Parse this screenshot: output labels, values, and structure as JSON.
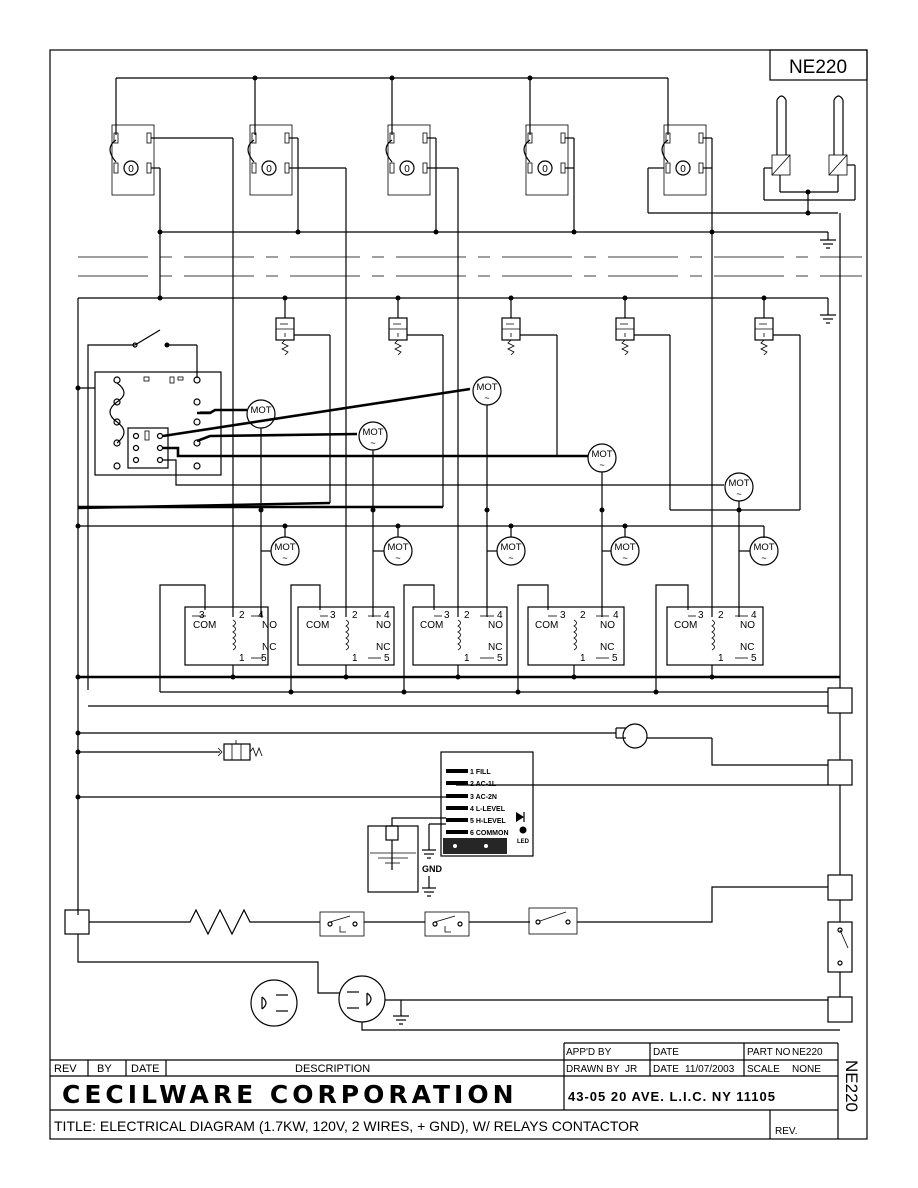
{
  "drawing": {
    "corner_part_no": "NE220",
    "side_part_no": "NE220"
  },
  "motor_label": "MOT",
  "motor_symbol": "~",
  "relay_labels": {
    "com": "COM",
    "no": "NO",
    "nc": "NC",
    "pin3": "3",
    "pin2": "2",
    "pin4": "4",
    "pin1": "1",
    "pin5": "5"
  },
  "level_control": {
    "terminals": [
      "1 FILL",
      "2 AC-1L",
      "3 AC-2N",
      "4 L-LEVEL",
      "5 H-LEVEL",
      "6 COMMON"
    ],
    "led_label": "LED",
    "gnd_label": "GND"
  },
  "title_block": {
    "appd_by_label": "APP'D BY",
    "date_label": "DATE",
    "part_no_label": "PART NO",
    "part_no_value": "NE220",
    "rev_label": "REV",
    "by_label": "BY",
    "date_col_label": "DATE",
    "description_label": "DESCRIPTION",
    "drawn_by_label": "DRAWN BY",
    "drawn_by_value": "JR",
    "date_value_label": "DATE",
    "date_value": "11/07/2003",
    "scale_label": "SCALE",
    "scale_value": "NONE",
    "company": "CECILWARE CORPORATION",
    "address": "43-05  20 AVE. L.I.C.  NY  11105",
    "title": "TITLE: ELECTRICAL DIAGRAM (1.7KW, 120V, 2 WIRES, + GND), W/ RELAYS CONTACTOR",
    "rev_field": "REV."
  }
}
